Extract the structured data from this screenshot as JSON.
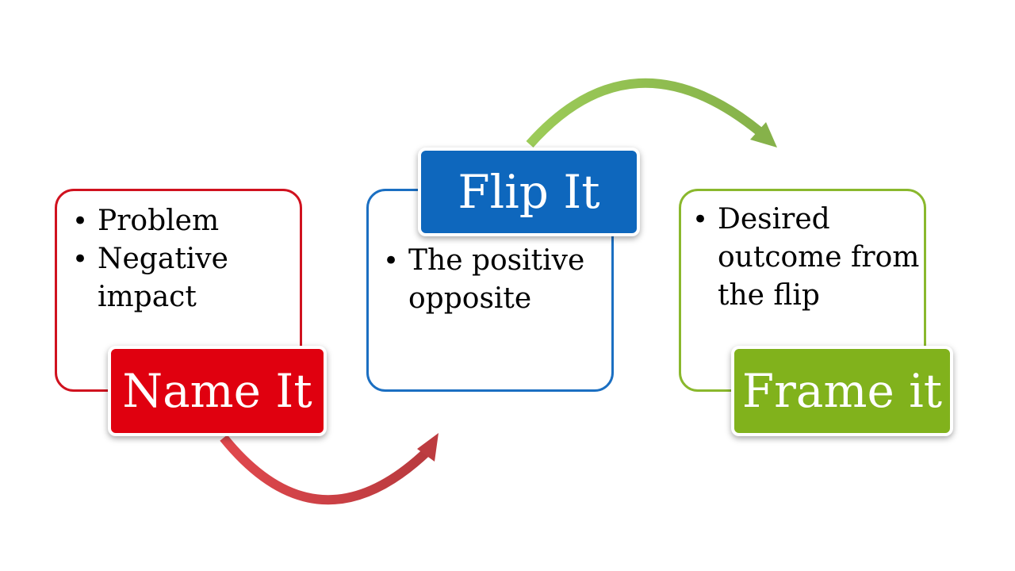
{
  "steps": [
    {
      "title": "Name It",
      "bullets": [
        "Problem",
        "Negative impact"
      ],
      "color": "#e0000f",
      "border_color": "#d0121f"
    },
    {
      "title": "Flip It",
      "bullets": [
        "The positive opposite"
      ],
      "color": "#0e67bd",
      "border_color": "#1b6fc2"
    },
    {
      "title": "Frame it",
      "bullets": [
        "Desired outcome from the flip"
      ],
      "color": "#81b21c",
      "border_color": "#8ab82d"
    }
  ],
  "arrows": [
    {
      "from": "Name It",
      "to": "Flip It",
      "color": "#c8464a"
    },
    {
      "from": "Flip It",
      "to": "Frame it",
      "color": "#8fbc4c"
    }
  ]
}
